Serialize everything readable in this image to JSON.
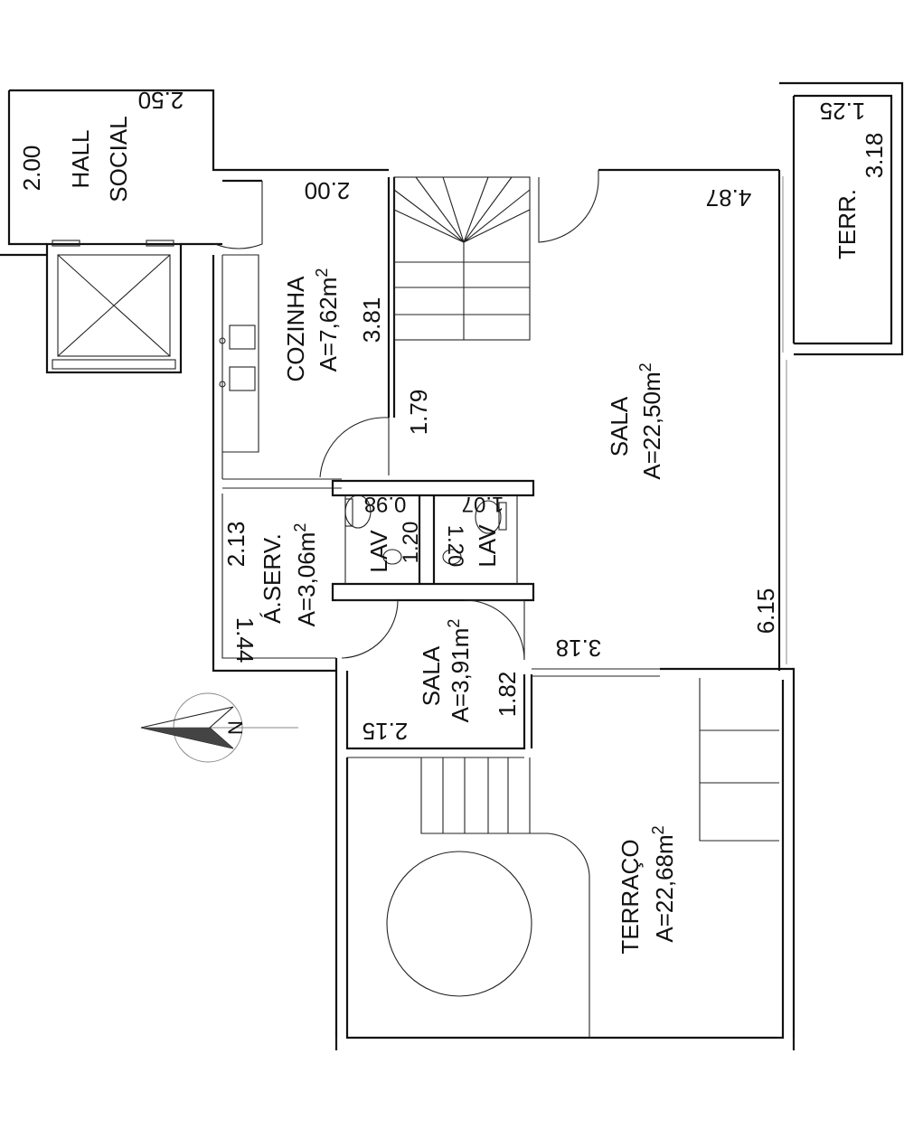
{
  "rooms": {
    "hall": {
      "name_line1": "HALL",
      "name_line2": "SOCIAL",
      "dim_a": "2.50",
      "dim_b": "2.00"
    },
    "cozinha": {
      "name": "COZINHA",
      "area": "A=7,62m",
      "area_exp": "2",
      "dim_a": "2.00",
      "dim_b": "3.81",
      "dim_c": "1.79"
    },
    "terr": {
      "name": "TERR.",
      "dim_a": "1.25",
      "dim_b": "3.18"
    },
    "sala": {
      "name": "SALA",
      "area": "A=22,50m",
      "area_exp": "2",
      "dim_a": "4.87",
      "dim_b": "6.15"
    },
    "lav1": {
      "name": "LAV",
      "dim_a": "0.98",
      "dim_b": "1.20"
    },
    "lav2": {
      "name": "LAV",
      "dim_a": "1.07",
      "dim_b": "1.20"
    },
    "aserv": {
      "name": "Á.SERV.",
      "area": "A=3,06m",
      "area_exp": "2",
      "dim_a": "2.13",
      "dim_b": "1.44"
    },
    "sala2": {
      "name": "SALA",
      "area": "A=3,91m",
      "area_exp": "2",
      "dim_a": "1.82",
      "dim_b": "2.15",
      "dim_c": "3.18"
    },
    "terraco": {
      "name": "TERRAÇO",
      "area": "A=22,68m",
      "area_exp": "2"
    }
  },
  "compass": {
    "label": "N"
  },
  "colors": {
    "line": "#111111",
    "background": "#ffffff"
  }
}
